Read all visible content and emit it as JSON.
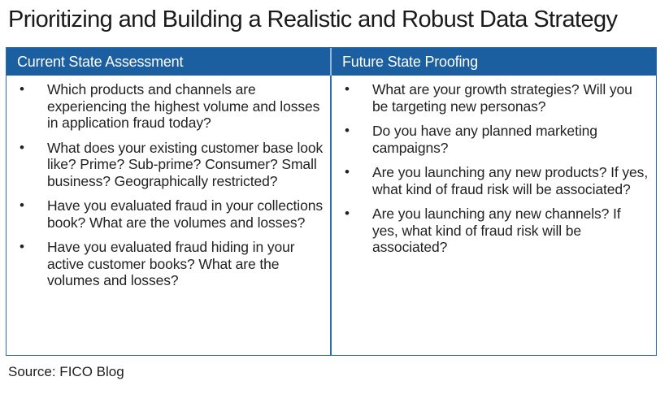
{
  "title": "Prioritizing and Building a Realistic and Robust Data Strategy",
  "table": {
    "columns": [
      {
        "header": "Current State Assessment",
        "items": [
          "Which products and channels are experiencing the highest volume and losses in application fraud today?",
          "What does your existing customer base look like? Prime? Sub-prime? Consumer? Small business? Geographically restricted?",
          "Have you evaluated fraud in your collections book? What are the volumes and losses?",
          "Have you evaluated fraud hiding in your active customer books? What are the volumes and losses?"
        ]
      },
      {
        "header": "Future State Proofing",
        "items": [
          "What are your growth strategies? Will you be targeting new personas?",
          "Do you have any planned marketing campaigns?",
          "Are you launching any new products? If yes, what kind of fraud risk will be associated?",
          "Are you launching any new channels? If yes, what kind of fraud risk will be associated?"
        ]
      }
    ]
  },
  "source": "Source: FICO Blog",
  "colors": {
    "header_bg": "#1b5fa0",
    "border": "#2e6da4",
    "header_text": "#ffffff"
  },
  "bullet_glyph": "•"
}
